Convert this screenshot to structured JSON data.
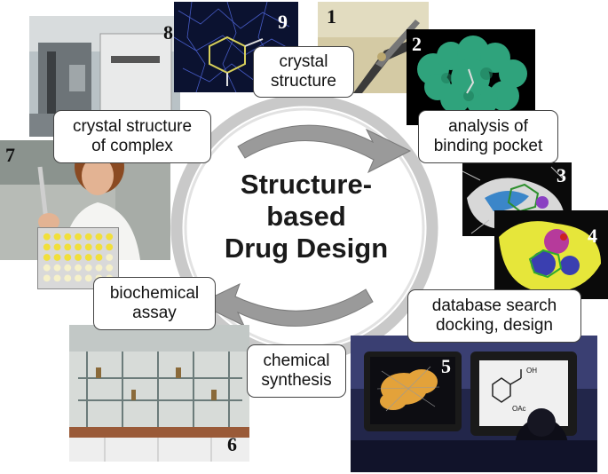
{
  "center": {
    "line1": "Structure-",
    "line2": "based",
    "line3": "Drug Design"
  },
  "photos": [
    {
      "id": "lab-equipment",
      "number": "8"
    },
    {
      "id": "electron-density",
      "number": "9"
    },
    {
      "id": "crystal-tweezers",
      "number": "1"
    },
    {
      "id": "protein-surface",
      "number": "2"
    },
    {
      "id": "binding-pocket-surface",
      "number": "3"
    },
    {
      "id": "ligand-surface",
      "number": "4"
    },
    {
      "id": "computer-workstation",
      "number": "5"
    },
    {
      "id": "chemistry-lab",
      "number": "6"
    },
    {
      "id": "researcher-pipetting",
      "number": "7"
    }
  ],
  "labels": {
    "crystal_structure": {
      "line1": "crystal",
      "line2": "structure"
    },
    "binding_pocket": {
      "line1": "analysis of",
      "line2": "binding pocket"
    },
    "database_search": {
      "line1": "database search",
      "line2": "docking, design"
    },
    "chemical_synthesis": {
      "line1": "chemical",
      "line2": "synthesis"
    },
    "biochemical_assay": {
      "line1": "biochemical",
      "line2": "assay"
    },
    "complex_structure": {
      "line1": "crystal structure",
      "line2": "of complex"
    }
  },
  "screen_molecule": {
    "oh": "OH",
    "oac": "OAc"
  },
  "colors": {
    "ring": "#c8c8c8",
    "label_border": "#444444",
    "protein": "#2fa37c",
    "ligand_surface": "#e6e63a"
  }
}
